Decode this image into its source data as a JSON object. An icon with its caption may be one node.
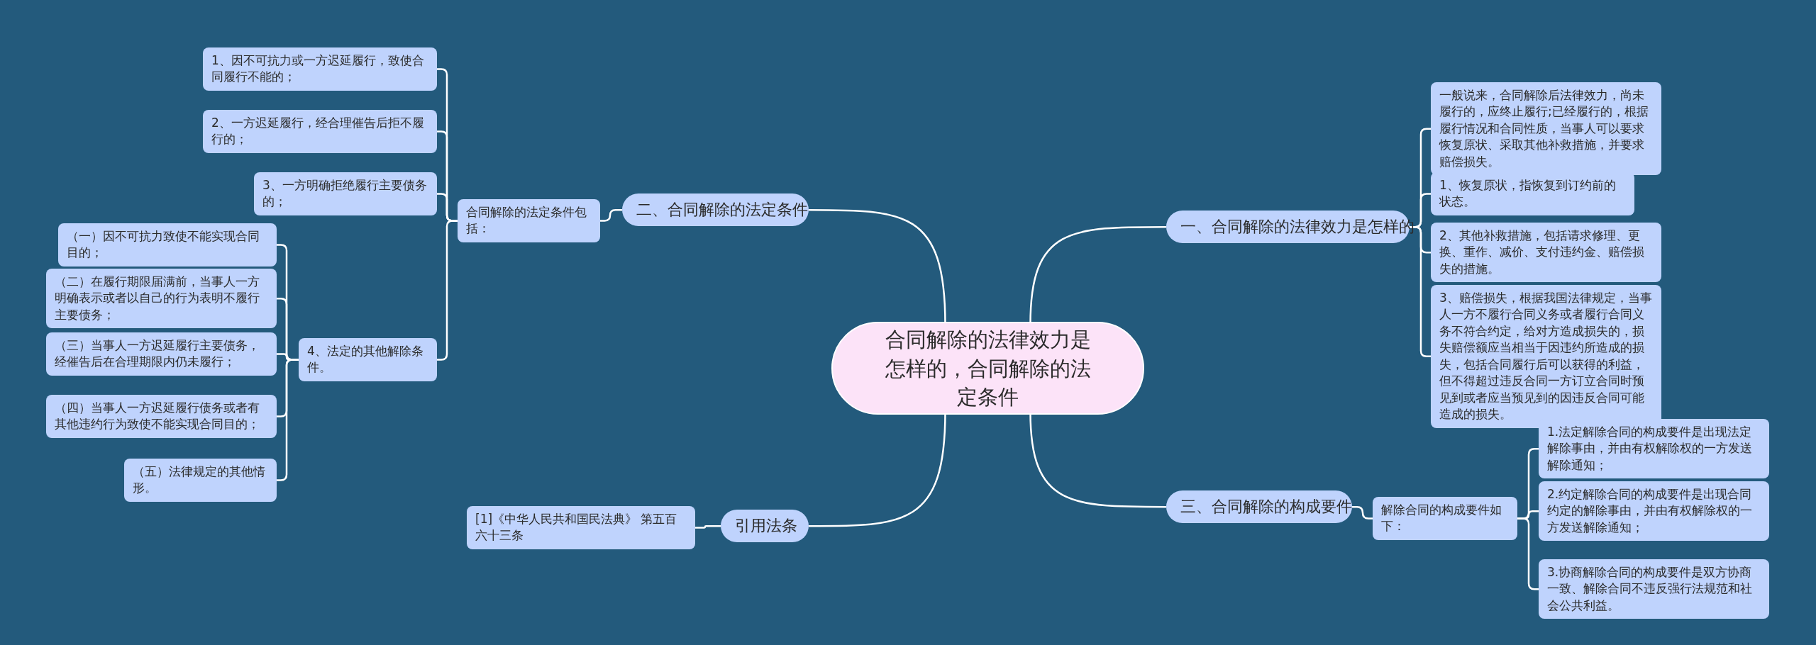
{
  "diagram": {
    "nodes": [
      {
        "text": [
          "合同解除的法律效力是怎样的，合同解除的法定条件"
        ]
      },
      {
        "text": [
          "一、合同解除的法律效力是怎样的"
        ]
      },
      {
        "text": [
          "一般说来，合同解除后法律效力，尚未履行的，应终止履行;已经履行的，根据履行情况和合同性质，当事人可以要求恢复原状、采取其他补救措施，并要求赔偿损失。"
        ]
      },
      {
        "text": [
          "1、恢复原状，指恢复到订约前的状态。"
        ]
      },
      {
        "text": [
          "2、其他补救措施，包括请求修理、更换、重作、减价、支付违约金、赔偿损失的措施。"
        ]
      },
      {
        "text": [
          "3、赔偿损失，根据我国法律规定，当事人一方不履行合同义务或者履行合同义务不符合约定，给对方造成损失的，损失赔偿额应当相当于因违约所造成的损失，包括合同履行后可以获得的利益，但不得超过违反合同一方订立合同时预见到或者应当预见到的因违反合同可能造成的损失。"
        ]
      },
      {
        "text": [
          "二、合同解除的法定条件"
        ]
      },
      {
        "text": [
          "合同解除的法定条件包括："
        ]
      },
      {
        "text": [
          "1、因不可抗力或一方迟延履行，致使合同履行不能的；"
        ]
      },
      {
        "text": [
          "2、一方迟延履行，经合理催告后拒不履行的；"
        ]
      },
      {
        "text": [
          "3、一方明确拒绝履行主要债务的；"
        ]
      },
      {
        "text": [
          "4、法定的其他解除条件。"
        ]
      },
      {
        "text": [
          "（一）因不可抗力致使不能实现合同目的；"
        ]
      },
      {
        "text": [
          "（二）在履行期限届满前，当事人一方明确表示或者以自己的行为表明不履行主要债务；"
        ]
      },
      {
        "text": [
          "（三）当事人一方迟延履行主要债务，经催告后在合理期限内仍未履行；"
        ]
      },
      {
        "text": [
          "（四）当事人一方迟延履行债务或者有其他违约行为致使不能实现合同目的；"
        ]
      },
      {
        "text": [
          "（五）法律规定的其他情形。"
        ]
      },
      {
        "text": [
          "三、合同解除的构成要件"
        ]
      },
      {
        "text": [
          "解除合同的构成要件如下："
        ]
      },
      {
        "text": [
          "1.法定解除合同的构成要件是出现法定解除事由，并由有权解除权的一方发送解除通知；"
        ]
      },
      {
        "text": [
          "2.约定解除合同的构成要件是出现合同约定的解除事由，并由有权解除权的一方发送解除通知；"
        ]
      },
      {
        "text": [
          "3.协商解除合同的构成要件是双方协商一致、解除合同不违反强行法规范和社会公共利益。"
        ]
      },
      {
        "text": [
          "引用法条"
        ]
      },
      {
        "text": [
          "[1]《中华人民共和国民法典》 第五百六十三条"
        ]
      }
    ],
    "edges": [
      {
        "from": 0,
        "to": 1,
        "arrow": "none"
      },
      {
        "from": 1,
        "to": 2,
        "arrow": "none"
      },
      {
        "from": 1,
        "to": 3,
        "arrow": "none"
      },
      {
        "from": 1,
        "to": 4,
        "arrow": "none"
      },
      {
        "from": 1,
        "to": 5,
        "arrow": "none"
      },
      {
        "from": 0,
        "to": 6,
        "arrow": "none"
      },
      {
        "from": 6,
        "to": 7,
        "arrow": "none"
      },
      {
        "from": 7,
        "to": 8,
        "arrow": "none"
      },
      {
        "from": 7,
        "to": 9,
        "arrow": "none"
      },
      {
        "from": 7,
        "to": 10,
        "arrow": "none"
      },
      {
        "from": 7,
        "to": 11,
        "arrow": "none"
      },
      {
        "from": 11,
        "to": 12,
        "arrow": "none"
      },
      {
        "from": 11,
        "to": 13,
        "arrow": "none"
      },
      {
        "from": 11,
        "to": 14,
        "arrow": "none"
      },
      {
        "from": 11,
        "to": 15,
        "arrow": "none"
      },
      {
        "from": 11,
        "to": 16,
        "arrow": "none"
      },
      {
        "from": 0,
        "to": 17,
        "arrow": "none"
      },
      {
        "from": 17,
        "to": 18,
        "arrow": "none"
      },
      {
        "from": 18,
        "to": 19,
        "arrow": "none"
      },
      {
        "from": 18,
        "to": 20,
        "arrow": "none"
      },
      {
        "from": 18,
        "to": 21,
        "arrow": "none"
      },
      {
        "from": 0,
        "to": 22,
        "arrow": "none"
      },
      {
        "from": 22,
        "to": 23,
        "arrow": "none"
      }
    ]
  }
}
